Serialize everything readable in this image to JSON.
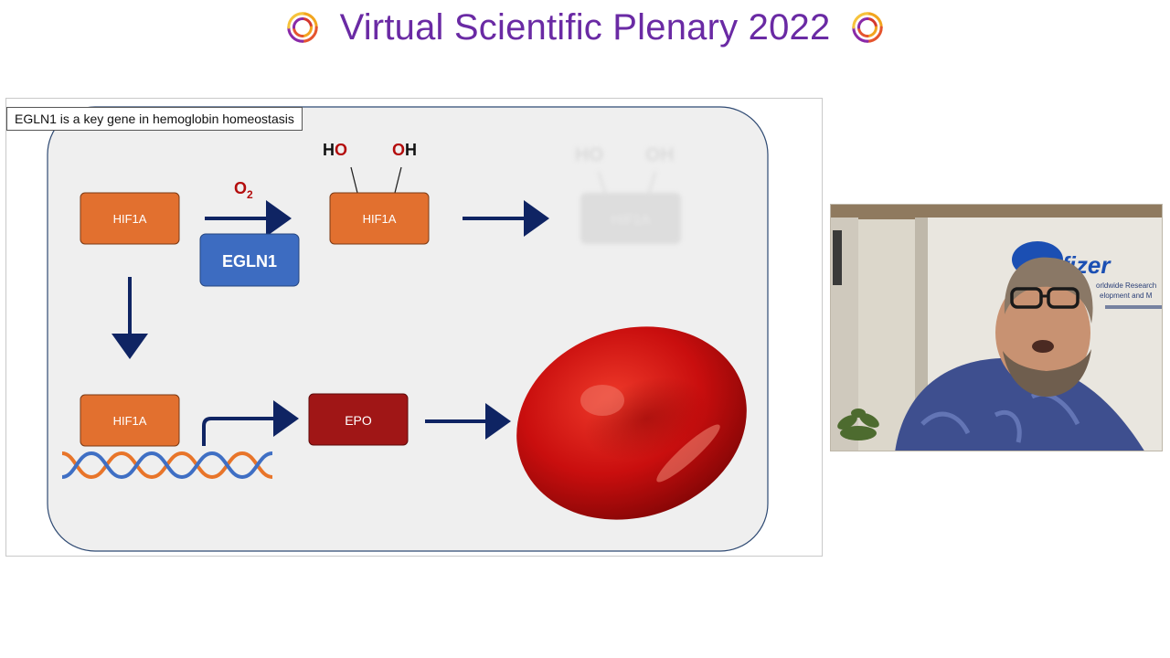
{
  "header": {
    "title": "Virtual Scientific Plenary 2022",
    "logo_icon": "spiral-sun-logo",
    "title_color": "#6a2aa4"
  },
  "slide": {
    "caption": "EGLN1 is a key gene in hemoglobin homeostasis",
    "boxes": {
      "hif1a_top": "HIF1A",
      "hif1a_hydroxylated": "HIF1A",
      "hif1a_degraded": "HIF1A",
      "hif1a_bottom": "HIF1A",
      "egln1": "EGLN1",
      "epo": "EPO"
    },
    "labels": {
      "oxygen": "O",
      "oxygen_sub": "2",
      "ho_h": "H",
      "ho_o": "O",
      "oh_o": "O",
      "oh_h": "H",
      "faded_ho": "HO",
      "faded_oh": "OH"
    },
    "colors": {
      "orange_box": "#e2702f",
      "blue_box": "#3d6cc1",
      "epo_box": "#a01616",
      "arrow": "#0f2463",
      "panel_bg": "#efefef",
      "red_cell": "#c60c0c"
    }
  },
  "video": {
    "logo_text_partial": "fizer",
    "banner_line1": "orldwide Research",
    "banner_line2": "elopment and M"
  }
}
